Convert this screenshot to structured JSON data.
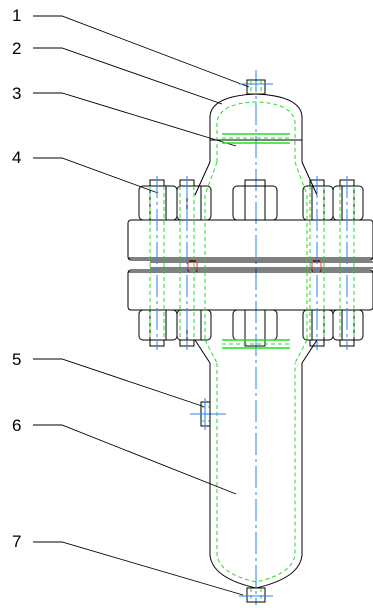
{
  "part_labels": [
    "1",
    "2",
    "3",
    "4",
    "5",
    "6",
    "7"
  ],
  "colors": {
    "outline": "#000000",
    "hidden_lines": "#22dd22",
    "center_lines": "#2a7fff",
    "gasket": "#e03030",
    "background": "#ffffff"
  }
}
